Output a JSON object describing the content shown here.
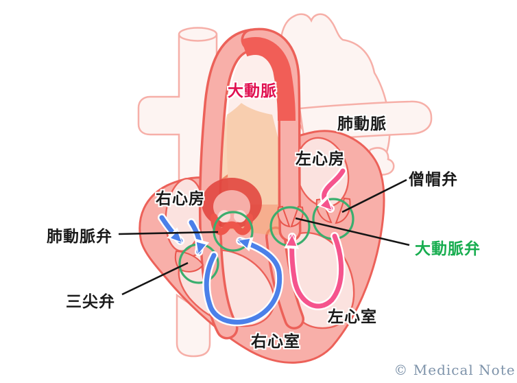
{
  "diagram": {
    "labels": {
      "aorta": "大動脈",
      "pulmonary_artery": "肺動脈",
      "left_atrium": "左心房",
      "mitral_valve": "僧帽弁",
      "right_atrium": "右心房",
      "pulmonary_valve": "肺動脈弁",
      "aortic_valve": "大動脈弁",
      "tricuspid_valve": "三尖弁",
      "left_ventricle": "左心室",
      "right_ventricle": "右心室"
    },
    "copyright": "© Medical Note",
    "colors": {
      "aorta_label": "#e01050",
      "aortic_valve_label": "#17ad4f",
      "label_text": "#1a1a1a",
      "label_halo": "#ffffff",
      "heart_wall": "#f8afa9",
      "heart_outline": "#ec6159",
      "chamber_fill": "#fbe2df",
      "pale_vessel_fill": "#fdf4f2",
      "pale_vessel_outline": "#f6afa8",
      "aorta_dark_band": "#f15e57",
      "valve_dark_red": "#e0443d",
      "valve_mid_red": "#ee564b",
      "valve_circle_green": "#3bae6e",
      "venous_arrow_blue": "#4b80e9",
      "arterial_arrow_pink": "#f5548d",
      "aorta_overlay_orange": "#f4ae74",
      "leader_line": "#151515",
      "copyright_text": "#7e93aa"
    }
  }
}
